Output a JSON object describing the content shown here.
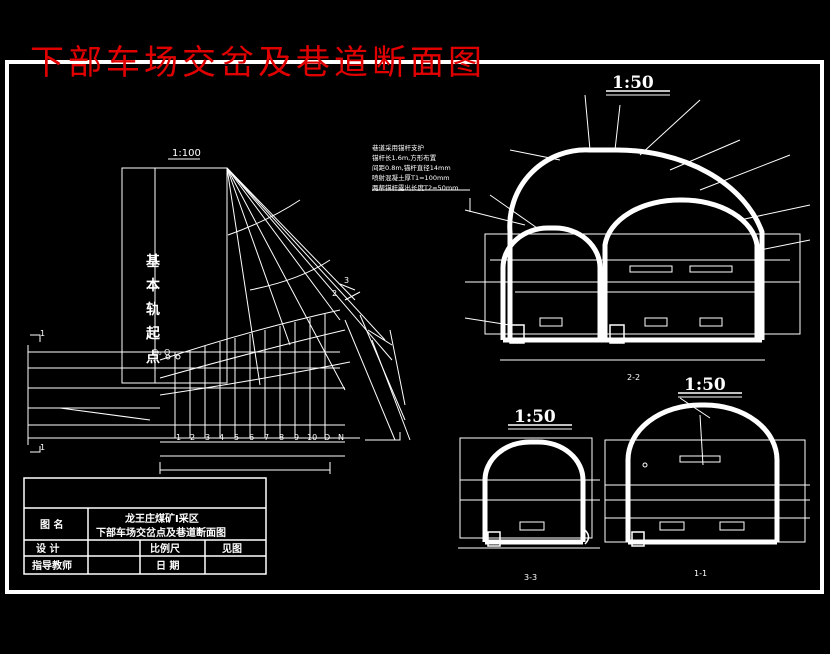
{
  "title": "下部车场交岔及巷道断面图",
  "plan": {
    "scale": "1:100",
    "vertical_label": [
      "基",
      "本",
      "轨",
      "起",
      "点"
    ],
    "stations": [
      "1",
      "2",
      "3",
      "4",
      "5",
      "6",
      "7",
      "8",
      "9",
      "10",
      "D",
      "N"
    ],
    "marks": {
      "c1": "1",
      "c2": "1",
      "s2": "2",
      "s3": "3",
      "oz": "O₀ O"
    }
  },
  "section_22": {
    "scale": "1:50",
    "label": "2-2",
    "notes": [
      "巷道采用锚杆支护",
      "锚杆长1.6m,方形布置",
      "间距0.8m,锚杆直径14mm",
      "喷射混凝土厚T1=100mm",
      "两帮锚杆露出长度T2=50mm"
    ]
  },
  "section_33": {
    "scale": "1:50",
    "label": "3-3"
  },
  "section_11": {
    "scale": "1:50",
    "label": "1-1"
  },
  "title_block": {
    "name_label": "图  名",
    "name_line1": "龙王庄煤矿Ⅰ采区",
    "name_line2": "下部车场交岔点及巷道断面图",
    "design_label": "设  计",
    "scale_label": "比例尺",
    "scale_value": "见图",
    "advisor_label": "指导教师",
    "date_label": "日  期"
  }
}
